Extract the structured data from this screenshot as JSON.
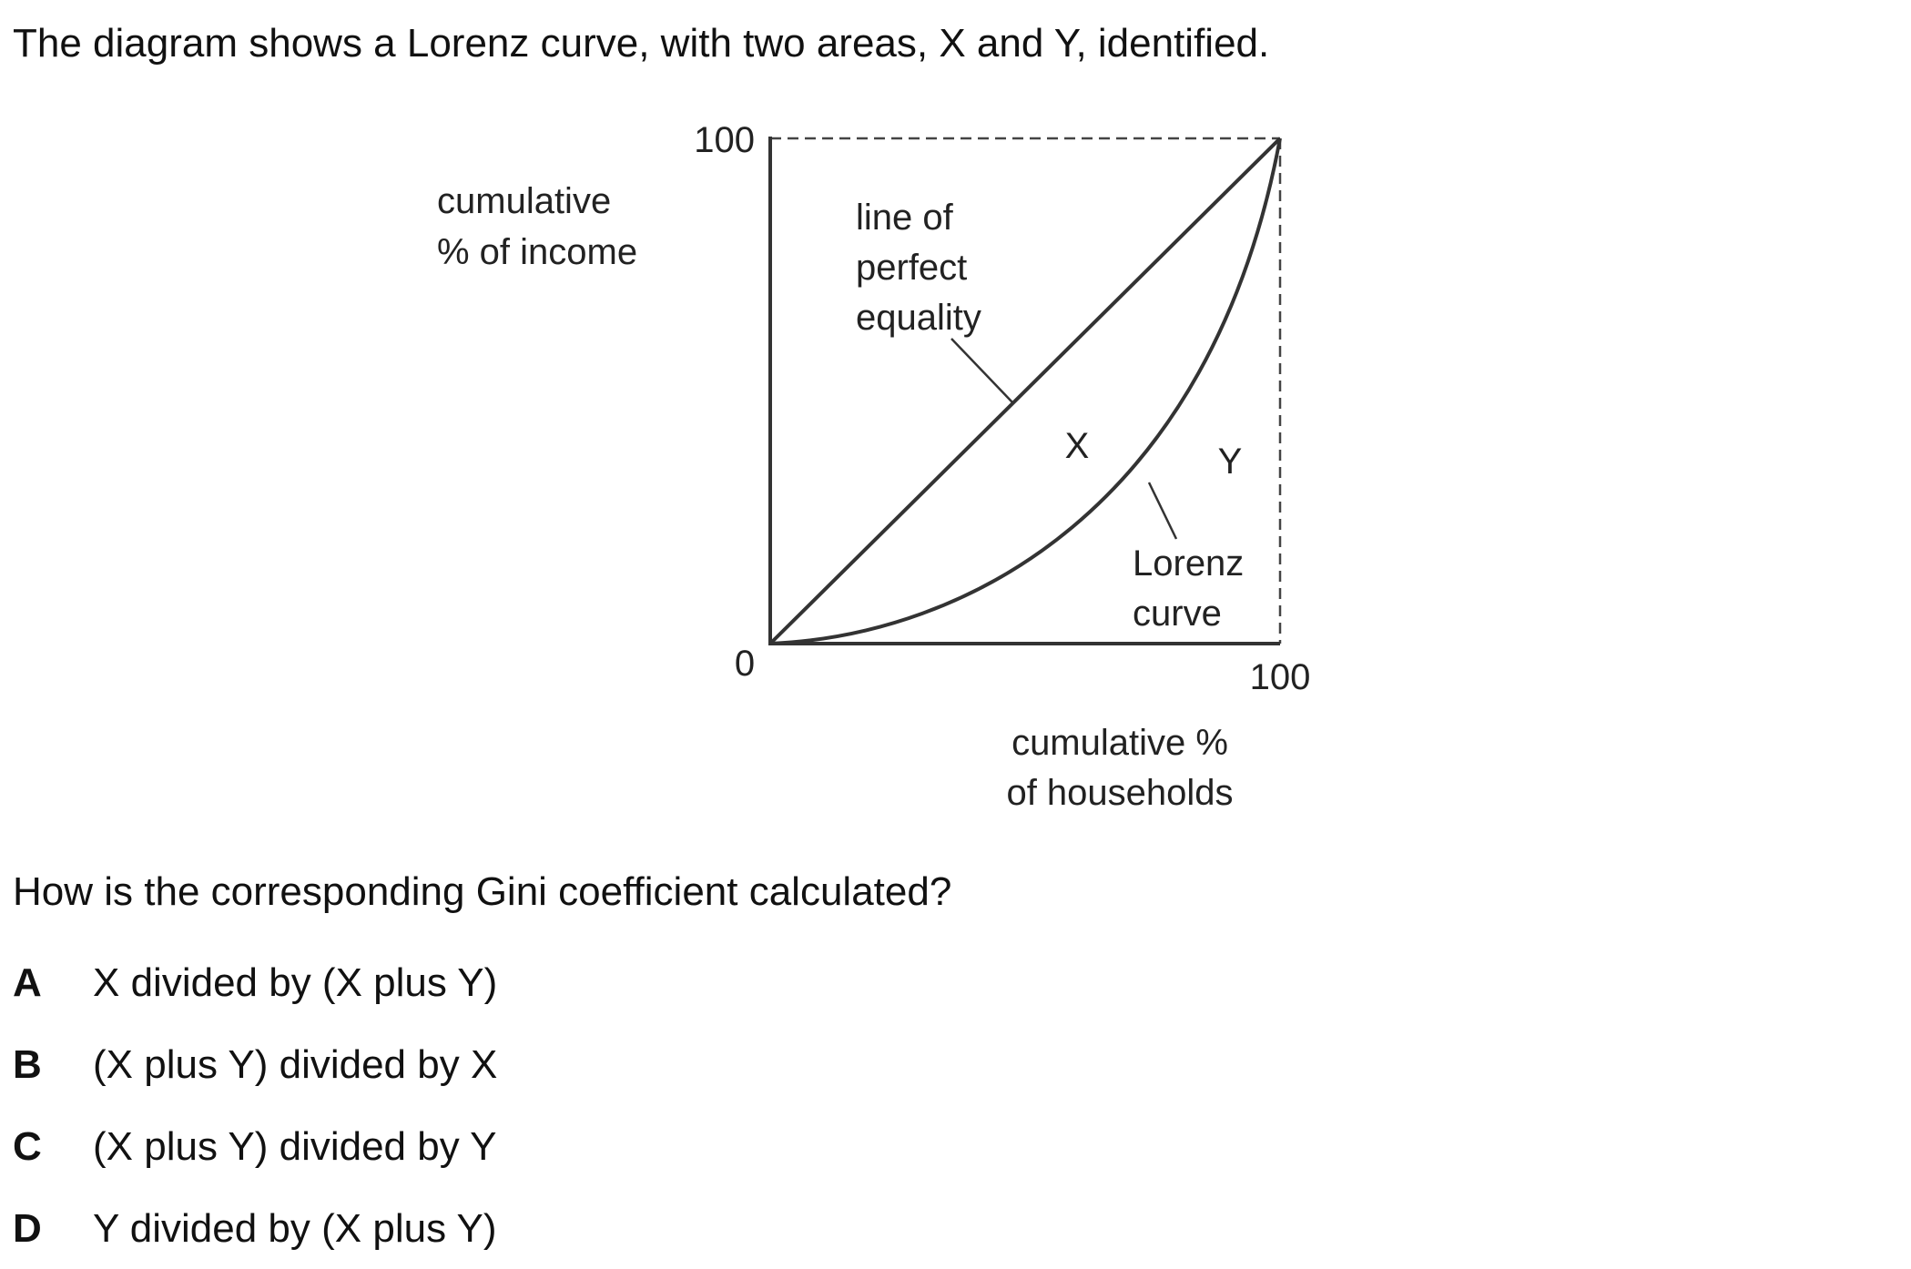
{
  "intro_text": "The diagram shows a Lorenz curve, with two areas, X and Y, identified.",
  "diagram": {
    "y_axis_label_line1": "cumulative",
    "y_axis_label_line2": "% of income",
    "y_axis_max_label": "100",
    "origin_label": "0",
    "x_axis_max_label": "100",
    "x_axis_label_line1": "cumulative %",
    "x_axis_label_line2": "of households",
    "equality_label_line1": "line of",
    "equality_label_line2": "perfect",
    "equality_label_line3": "equality",
    "area_x_label": "X",
    "area_y_label": "Y",
    "lorenz_label_line1": "Lorenz",
    "lorenz_label_line2": "curve",
    "line_color": "#333333"
  },
  "question_text": "How is the corresponding Gini coefficient calculated?",
  "options": [
    {
      "letter": "A",
      "text": "X divided by (X plus Y)"
    },
    {
      "letter": "B",
      "text": "(X plus Y) divided by X"
    },
    {
      "letter": "C",
      "text": "(X plus Y) divided by Y"
    },
    {
      "letter": "D",
      "text": "Y divided by (X plus Y)"
    }
  ]
}
